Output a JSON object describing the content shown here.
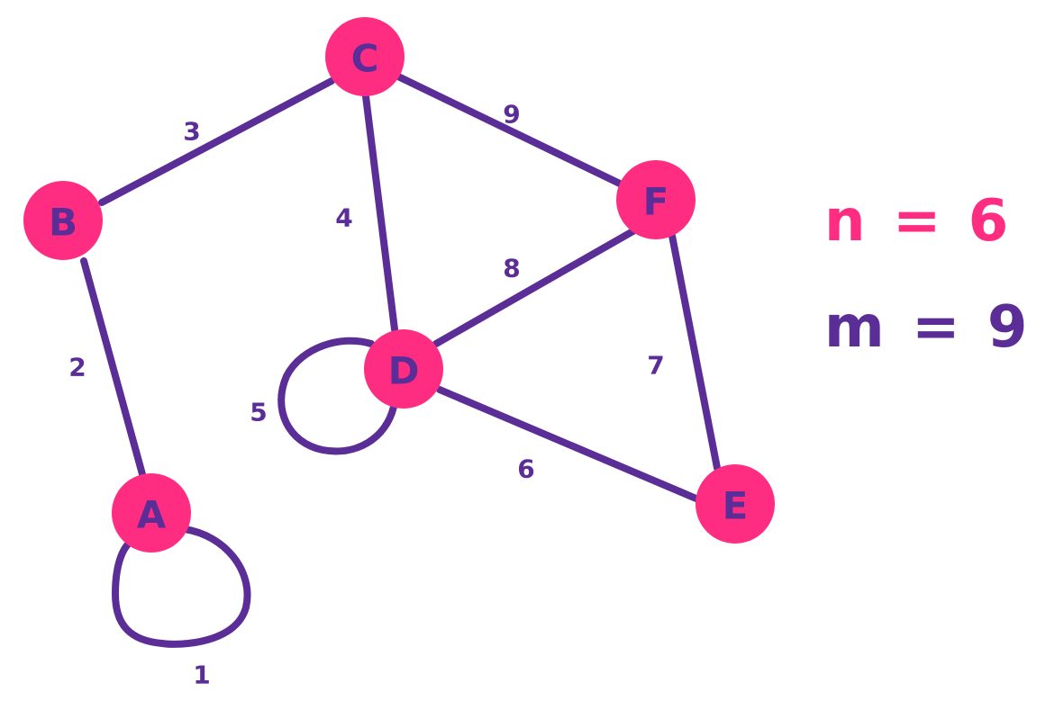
{
  "colors": {
    "edge": "#5b2d96",
    "node": "#ff2d82",
    "label": "#5b2d96",
    "n_text": "#ff2d82",
    "m_text": "#5b2d96"
  },
  "graph": {
    "nodes": [
      {
        "id": "A",
        "label": "A"
      },
      {
        "id": "B",
        "label": "B"
      },
      {
        "id": "C",
        "label": "C"
      },
      {
        "id": "D",
        "label": "D"
      },
      {
        "id": "E",
        "label": "E"
      },
      {
        "id": "F",
        "label": "F"
      }
    ],
    "edges": [
      {
        "id": "e1",
        "from": "A",
        "to": "A",
        "weight": "1",
        "type": "loop"
      },
      {
        "id": "e2",
        "from": "A",
        "to": "B",
        "weight": "2",
        "type": "line"
      },
      {
        "id": "e3",
        "from": "B",
        "to": "C",
        "weight": "3",
        "type": "line"
      },
      {
        "id": "e4",
        "from": "C",
        "to": "D",
        "weight": "4",
        "type": "line"
      },
      {
        "id": "e5",
        "from": "D",
        "to": "D",
        "weight": "5",
        "type": "loop"
      },
      {
        "id": "e6",
        "from": "D",
        "to": "E",
        "weight": "6",
        "type": "line"
      },
      {
        "id": "e7",
        "from": "F",
        "to": "E",
        "weight": "7",
        "type": "line"
      },
      {
        "id": "e8",
        "from": "D",
        "to": "F",
        "weight": "8",
        "type": "line"
      },
      {
        "id": "e9",
        "from": "C",
        "to": "F",
        "weight": "9",
        "type": "line"
      }
    ]
  },
  "stats": {
    "n": "n = 6",
    "m": "m = 9"
  }
}
